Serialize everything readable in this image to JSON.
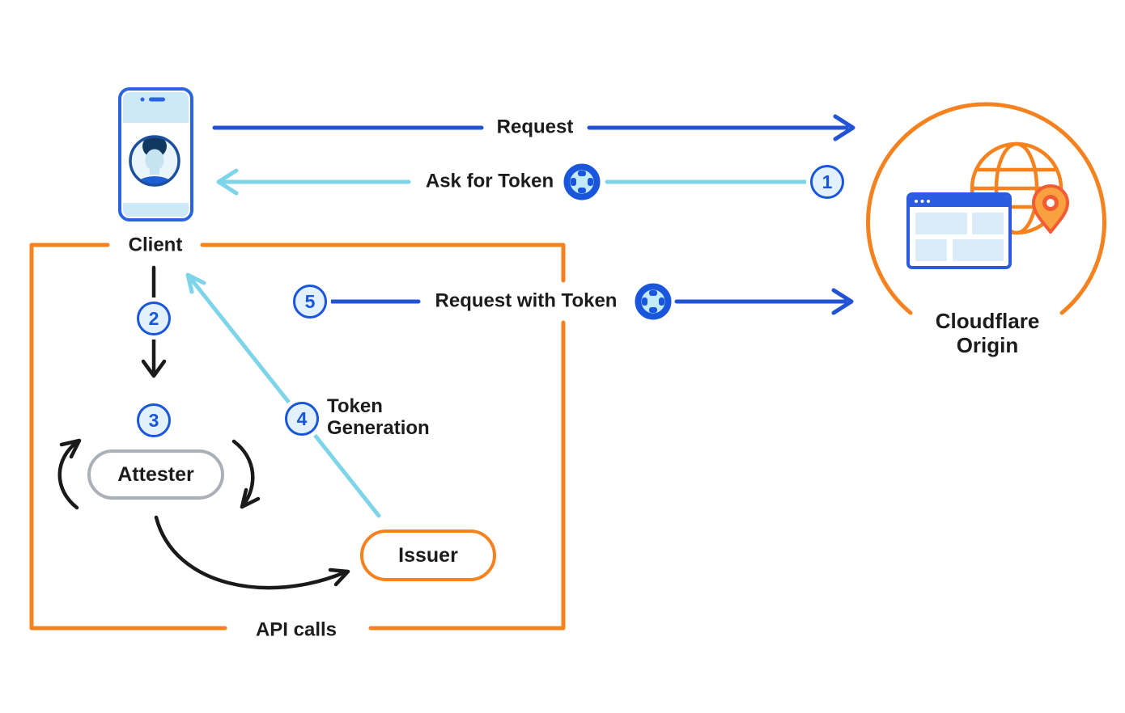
{
  "colors": {
    "dark_blue": "#2253d4",
    "light_blue": "#7ed5e9",
    "orange": "#f6821f",
    "ink": "#1b1c1e",
    "arrow_black": "#1a1a1a",
    "badge_border": "#1a56dc",
    "badge_fill": "#e2f1fb",
    "gray_border": "#a9b0b7",
    "phone_blue": "#2a64e0",
    "phone_fill": "#cde9f7",
    "avatar_ring": "#1c4f9e",
    "avatar_hair": "#11395f",
    "avatar_skin": "#c6e3f2",
    "avatar_shirt": "#1e5fd8",
    "avatar_bg": "#eaf5fb",
    "browser_blue": "#2b5ce0",
    "panel_fill": "#d9ecf7",
    "pin_outline": "#f25c35",
    "pin_fill": "#f9a13e",
    "token_ring": "#1a56dc",
    "token_fill": "#c3ebf7"
  },
  "nodes": {
    "client": {
      "label": "Client"
    },
    "attester": {
      "label": "Attester"
    },
    "issuer": {
      "label": "Issuer"
    },
    "origin": {
      "label": "Cloudflare\nOrigin"
    }
  },
  "flows": {
    "request": {
      "label": "Request"
    },
    "ask_for_token": {
      "step": "1",
      "label": "Ask for Token"
    },
    "client_to_attester": {
      "step": "2"
    },
    "attestation": {
      "step": "3"
    },
    "token_generation": {
      "step": "4",
      "label": "Token\nGeneration"
    },
    "request_with_token": {
      "step": "5",
      "label": "Request with Token"
    },
    "api_calls": {
      "label": "API calls"
    }
  }
}
